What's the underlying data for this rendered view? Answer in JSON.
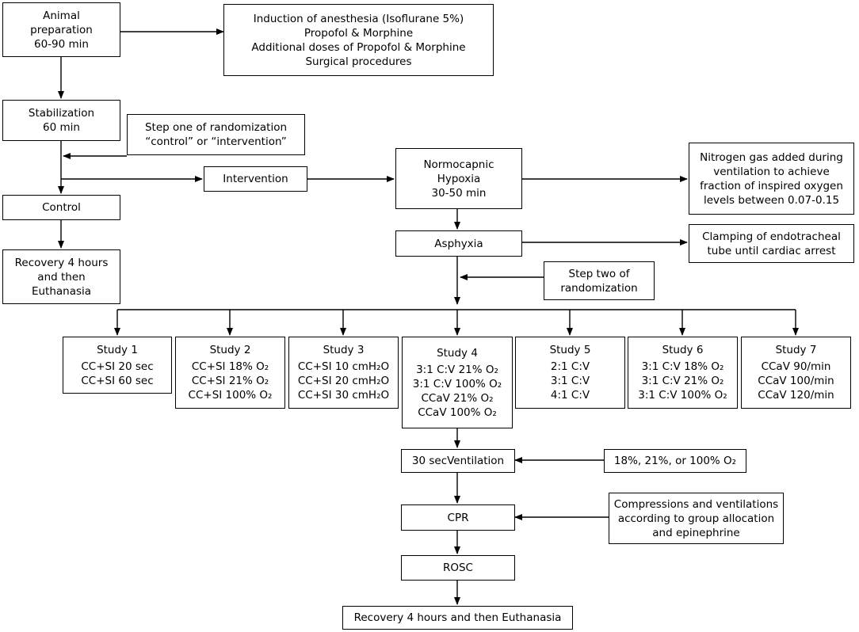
{
  "nodes": {
    "animal_prep": [
      "Animal",
      "preparation",
      "60-90 min"
    ],
    "anesthesia": [
      "Induction of anesthesia (Isoflurane 5%)",
      "Propofol & Morphine",
      "Additional doses of Propofol & Morphine",
      "Surgical procedures"
    ],
    "stabilization": [
      "Stabilization",
      "60 min"
    ],
    "randomization_one": [
      "Step one of randomization",
      "“control” or “intervention”"
    ],
    "control": "Control",
    "intervention": "Intervention",
    "hypoxia": [
      "Normocapnic",
      "Hypoxia",
      "30-50 min"
    ],
    "nitrogen": [
      "Nitrogen gas added during",
      "ventilation to achieve",
      "fraction of inspired oxygen",
      "levels between 0.07-0.15"
    ],
    "recovery_control": [
      "Recovery 4 hours",
      "and then",
      "Euthanasia"
    ],
    "asphyxia": "Asphyxia",
    "clamping": [
      "Clamping of endotracheal",
      "tube until cardiac arrest"
    ],
    "randomization_two": [
      "Step two of",
      "randomization"
    ],
    "ventilation30": "30 secVentilation",
    "oxygen_options": "18%, 21%, or 100% O₂",
    "cpr": "CPR",
    "compressions": [
      "Compressions and ventilations",
      "according to group allocation",
      "and epinephrine"
    ],
    "rosc": "ROSC",
    "recovery_final": "Recovery 4 hours and then Euthanasia"
  },
  "studies": [
    {
      "title": "Study 1",
      "lines": [
        "CC+SI 20 sec",
        "CC+SI 60 sec"
      ]
    },
    {
      "title": "Study 2",
      "lines": [
        "CC+SI 18% O₂",
        "CC+SI 21% O₂",
        "CC+SI 100% O₂"
      ]
    },
    {
      "title": "Study 3",
      "lines": [
        "CC+SI 10 cmH₂O",
        "CC+SI 20 cmH₂O",
        "CC+SI 30 cmH₂O"
      ]
    },
    {
      "title": "Study 4",
      "lines": [
        "3:1 C:V 21% O₂",
        "3:1 C:V 100% O₂",
        "CCaV 21% O₂",
        "CCaV 100% O₂"
      ]
    },
    {
      "title": "Study 5",
      "lines": [
        "2:1 C:V",
        "3:1 C:V",
        "4:1 C:V"
      ]
    },
    {
      "title": "Study 6",
      "lines": [
        "3:1 C:V 18% O₂",
        "3:1 C:V 21% O₂",
        "3:1 C:V 100% O₂"
      ]
    },
    {
      "title": "Study 7",
      "lines": [
        "CCaV 90/min",
        "CCaV 100/min",
        "CCaV 120/min"
      ]
    }
  ]
}
